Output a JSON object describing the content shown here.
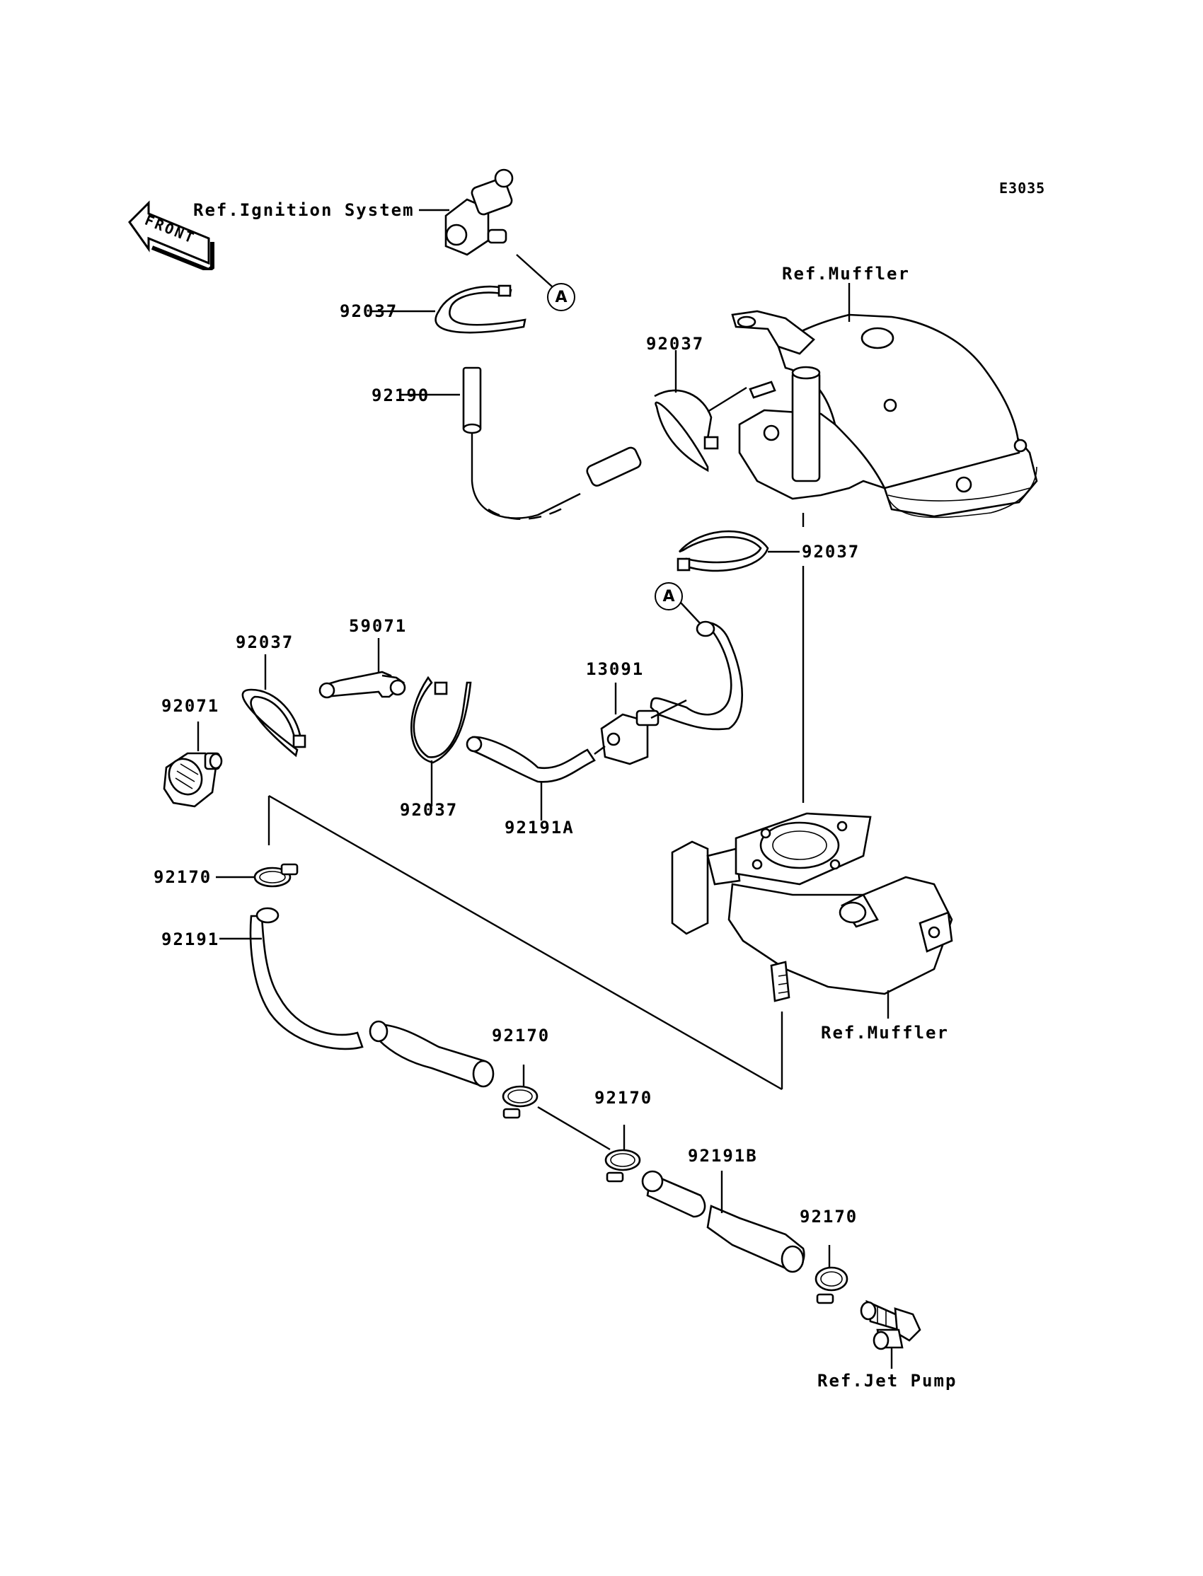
{
  "diagram_code": "E3035",
  "front_label": "FRONT",
  "refs": {
    "ignition": "Ref.Ignition System",
    "muffler_top": "Ref.Muffler",
    "muffler_bottom": "Ref.Muffler",
    "jet_pump": "Ref.Jet Pump"
  },
  "callout_marker": "A",
  "parts": {
    "p92037_a": "92037",
    "p92190": "92190",
    "p92037_b": "92037",
    "p92037_c": "92037",
    "p92037_d": "92037",
    "p59071": "59071",
    "p92071": "92071",
    "p92037_e": "92037",
    "p13091": "13091",
    "p92191A": "92191A",
    "p92170_a": "92170",
    "p92191": "92191",
    "p92170_b": "92170",
    "p92170_c": "92170",
    "p92191B": "92191B",
    "p92170_d": "92170"
  }
}
